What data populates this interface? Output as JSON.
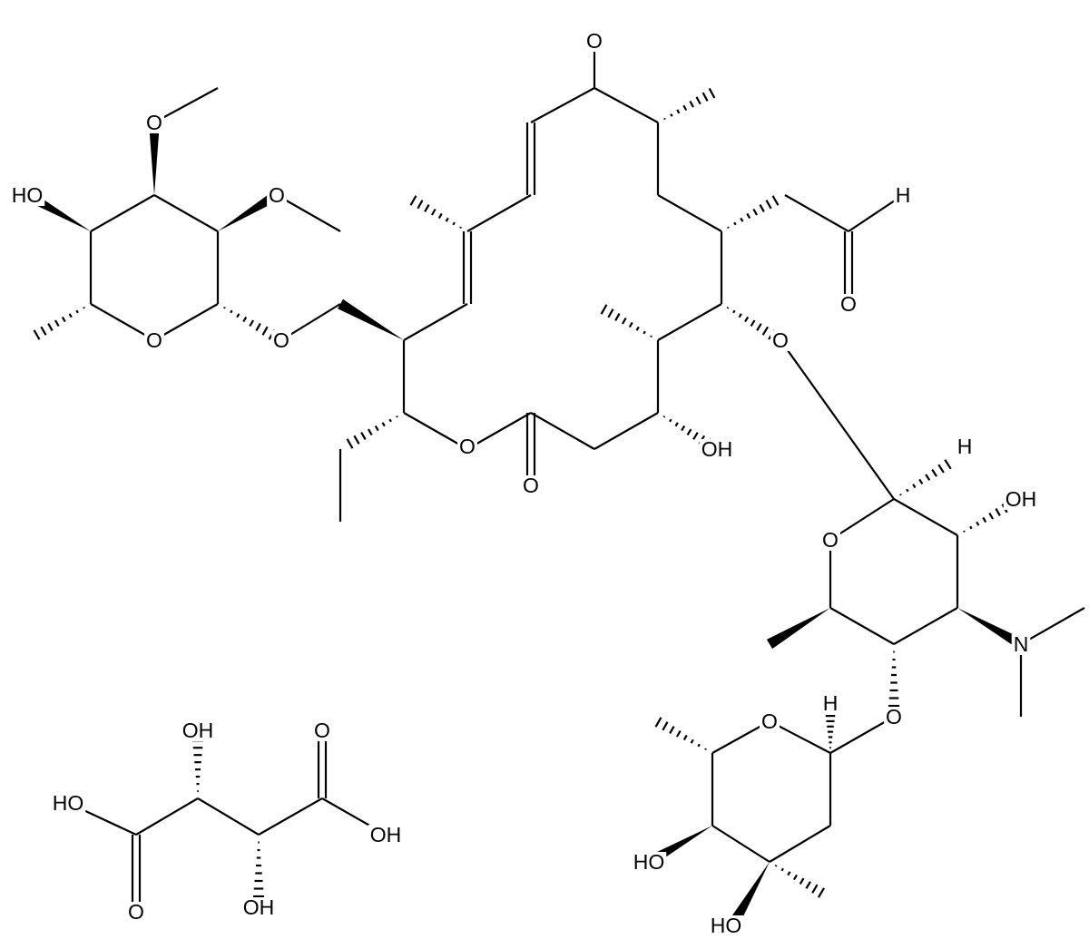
{
  "title": "Tylosin tartrate structure",
  "atom_labels": [
    "O",
    "HO",
    "O",
    "O",
    "O",
    "O",
    "O",
    "O",
    "OH",
    "O",
    "O",
    "H",
    "H",
    "OH",
    "O",
    "N",
    "O",
    "H",
    "O",
    "HO",
    "HO",
    "HO",
    "O",
    "OH",
    "OH",
    "O",
    "OH"
  ],
  "colors": {
    "bond": "#000000",
    "background": "#ffffff"
  }
}
